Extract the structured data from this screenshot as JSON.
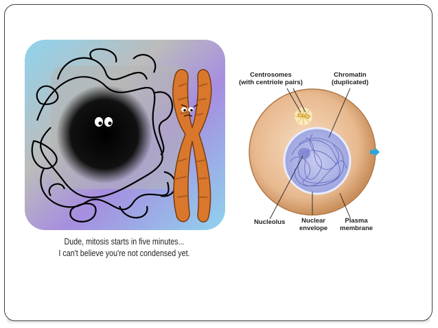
{
  "cartoon": {
    "caption_line1": "Dude, mitosis starts in five minutes...",
    "caption_line2": "I can't believe you're not condensed yet."
  },
  "diagram": {
    "labels": {
      "centrosomes": "Centrosomes",
      "centrosomes_sub": "(with centriole pairs)",
      "chromatin": "Chromatin",
      "chromatin_sub": "(duplicated)",
      "nucleolus": "Nucleolus",
      "nuclear": "Nuclear",
      "envelope": "envelope",
      "plasma": "Plasma",
      "membrane": "membrane"
    }
  },
  "colors": {
    "cell_fill": "#e8b98f",
    "nucleus_fill": "#aab0e4",
    "arrow": "#2aa6d8",
    "chromosome": "#d9782c"
  },
  "icons": {
    "next": "arrow-right-icon"
  }
}
